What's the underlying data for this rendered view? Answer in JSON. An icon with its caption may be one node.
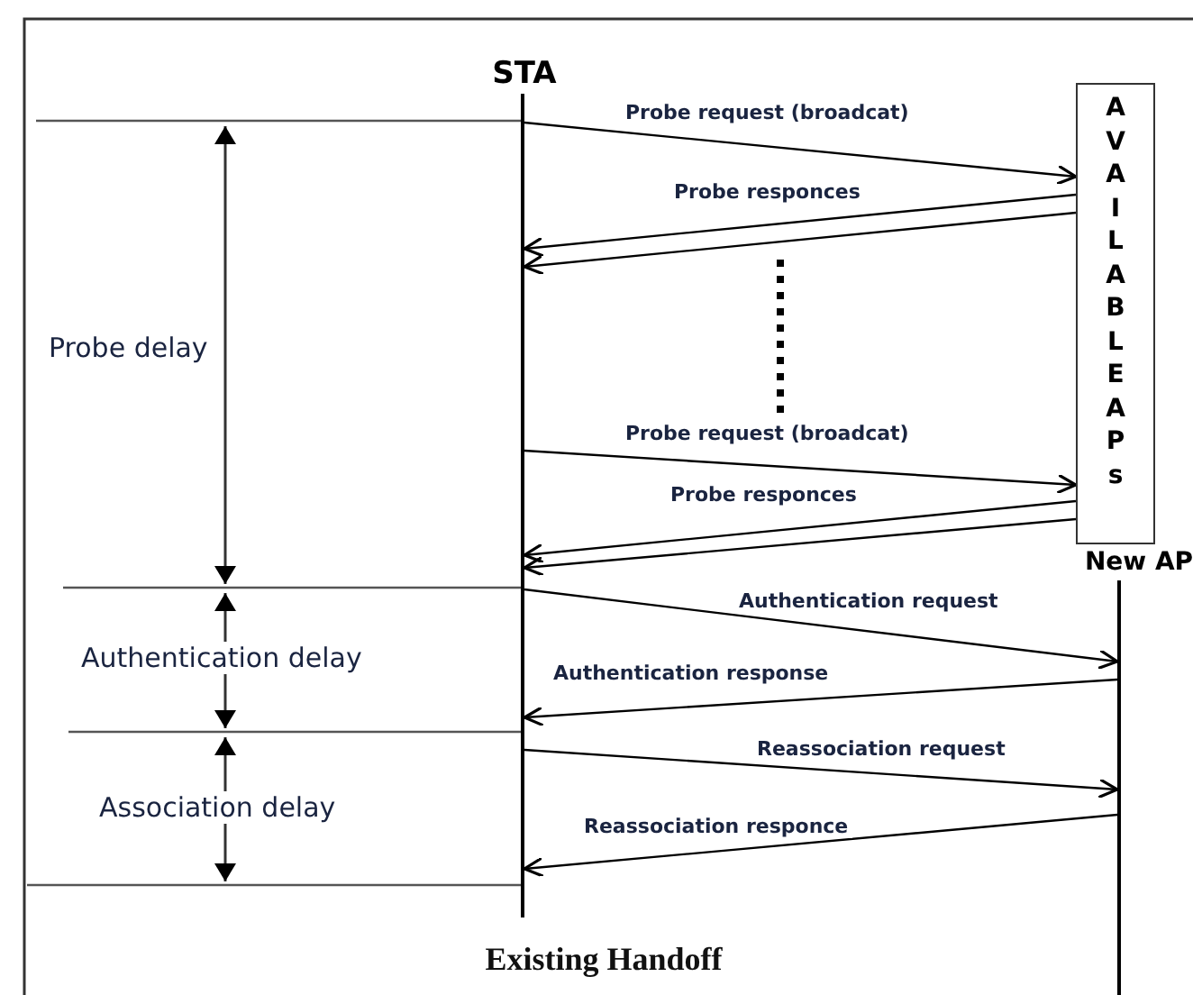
{
  "diagram": {
    "caption": "Existing Handoff",
    "nodes": [
      {
        "text": [
          "STA"
        ]
      },
      {
        "text": [],
        "shape": "bar"
      },
      {
        "text": [
          "AVAILABLE APs"
        ]
      },
      {
        "text": [
          "New AP"
        ]
      },
      {
        "text": [],
        "shape": "bar"
      }
    ],
    "edges": [
      {
        "from": 1,
        "to": 2,
        "arrow": "to",
        "label": "Probe request (broadcat)"
      },
      {
        "from": 2,
        "to": 1,
        "arrow": "to",
        "label": "Probe responces"
      },
      {
        "from": 2,
        "to": 1,
        "arrow": "to"
      },
      {
        "from": 1,
        "to": 2,
        "arrow": "to",
        "label": "Probe request (broadcat)"
      },
      {
        "from": 2,
        "to": 1,
        "arrow": "to",
        "label": "Probe responces"
      },
      {
        "from": 2,
        "to": 1,
        "arrow": "to"
      },
      {
        "from": 1,
        "to": 4,
        "arrow": "to",
        "label": "Authentication request"
      },
      {
        "from": 4,
        "to": 1,
        "arrow": "to",
        "label": "Authentication response"
      },
      {
        "from": 1,
        "to": 4,
        "arrow": "to",
        "label": "Reassociation request"
      },
      {
        "from": 4,
        "to": 1,
        "arrow": "to",
        "label": "Reassociation responce"
      }
    ],
    "labels": [
      "Probe delay",
      "Authentication delay",
      "Association delay"
    ]
  }
}
